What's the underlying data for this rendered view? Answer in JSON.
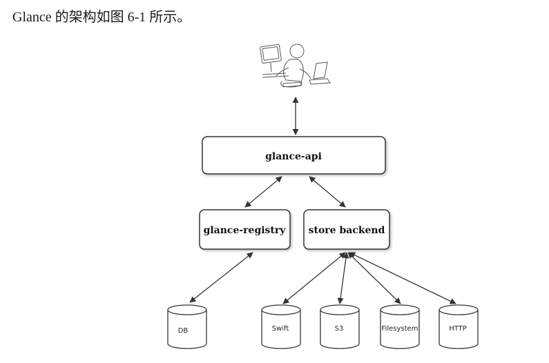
{
  "caption": "Glance 的架构如图 6-1 所示。",
  "diagram": {
    "user_icon": "user-at-computer-icon",
    "nodes": {
      "api": "glance-api",
      "registry": "glance-registry",
      "store": "store backend"
    },
    "stores": {
      "db": "DB",
      "swift": "Swift",
      "s3": "S3",
      "filesystem": "Filesystem",
      "http": "HTTP"
    }
  }
}
